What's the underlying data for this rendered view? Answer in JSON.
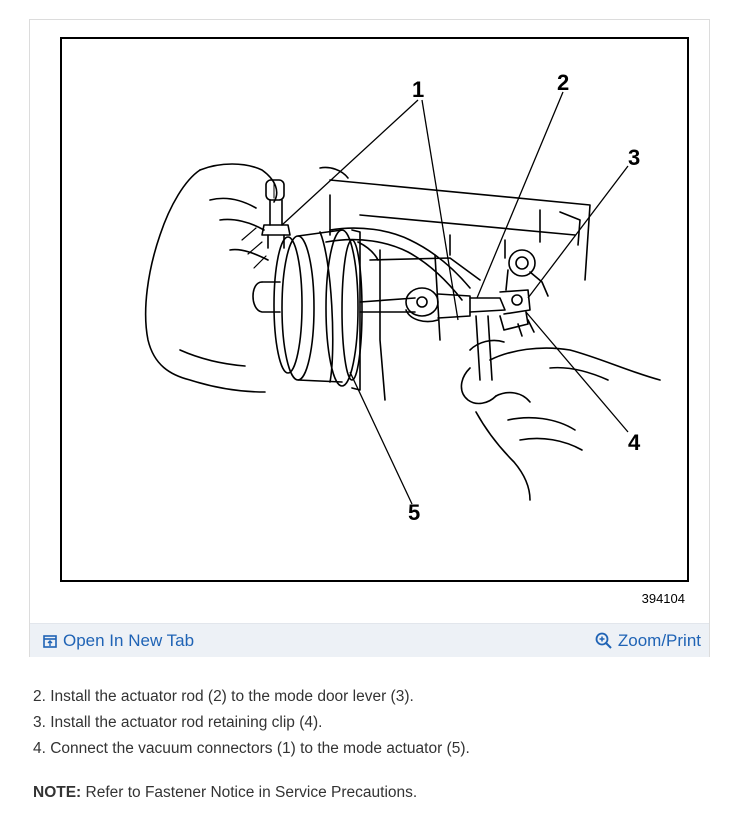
{
  "figure": {
    "callouts": [
      "1",
      "2",
      "3",
      "4",
      "5"
    ],
    "figure_number": "394104"
  },
  "toolbar": {
    "open_tab_label": "Open In New Tab",
    "zoom_label": "Zoom/Print"
  },
  "steps": [
    "2. Install the actuator rod (2) to the mode door lever (3).",
    "3. Install the actuator rod retaining clip (4).",
    "4. Connect the vacuum connectors (1) to the mode actuator (5)."
  ],
  "note": {
    "label": "NOTE:",
    "text": " Refer to Fastener Notice in Service Precautions."
  },
  "colors": {
    "link": "#1f63b5",
    "toolbar_bg": "#edf1f6"
  }
}
